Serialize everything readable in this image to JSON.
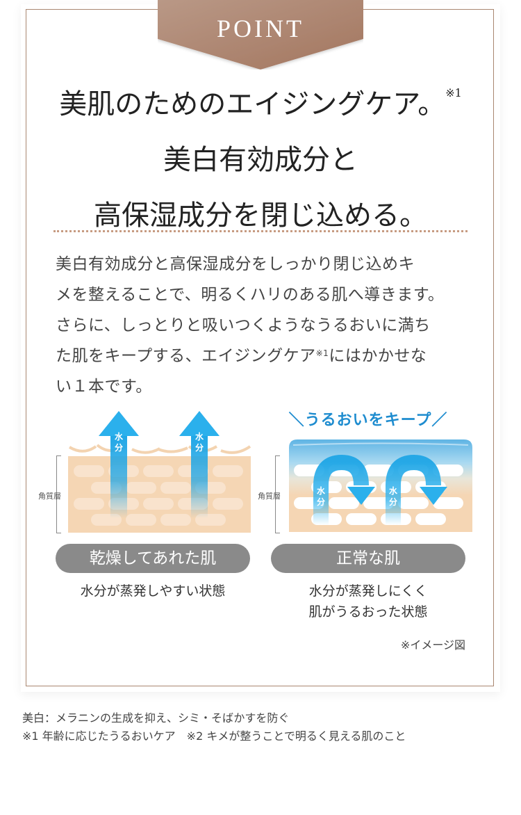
{
  "badge": {
    "label": "POINT",
    "color": "#a57f6a"
  },
  "headline": {
    "lines": [
      "美肌のためのエイジングケア。",
      "美白有効成分と",
      "高保湿成分を閉じ込める。"
    ],
    "line1_note": "※1"
  },
  "body": {
    "lines": [
      "美白有効成分と高保湿成分をしっかり閉じ込めキ",
      "メを整えることで、明るくハリのある肌へ導きます。",
      "さらに、しっとりと吸いつくようなうるおいに満ち",
      "た肌をキープする、エイジングケア",
      "にはかかせな",
      "い１本です。"
    ],
    "note": "※1"
  },
  "diagrams": {
    "left": {
      "layer_label": "角質層",
      "arrow_label_1": "水",
      "arrow_label_2": "分",
      "pill": "乾燥してあれた肌",
      "caption": [
        "水分が蒸発しやすい状態"
      ]
    },
    "right": {
      "keep_title": "＼うるおいをキープ／",
      "layer_label": "角質層",
      "arrow_label_1": "水",
      "arrow_label_2": "分",
      "pill": "正常な肌",
      "caption": [
        "水分が蒸発しにくく",
        "肌がうるおった状態"
      ]
    }
  },
  "image_note": "※イメージ図",
  "footnotes": [
    "美白：メラニンの生成を抑え、シミ・そばかすを防ぐ",
    "※1 年齢に応じたうるおいケア　※2 キメが整うことで明るく見える肌のこと"
  ],
  "colors": {
    "frame": "#a98670",
    "divider": "#c79c82",
    "skin": "#f5d6b4",
    "cell": "#f9e3cd",
    "arrow": "#1fa6e6",
    "pill": "#8a8a8a",
    "keep_text": "#1e8ccf"
  }
}
